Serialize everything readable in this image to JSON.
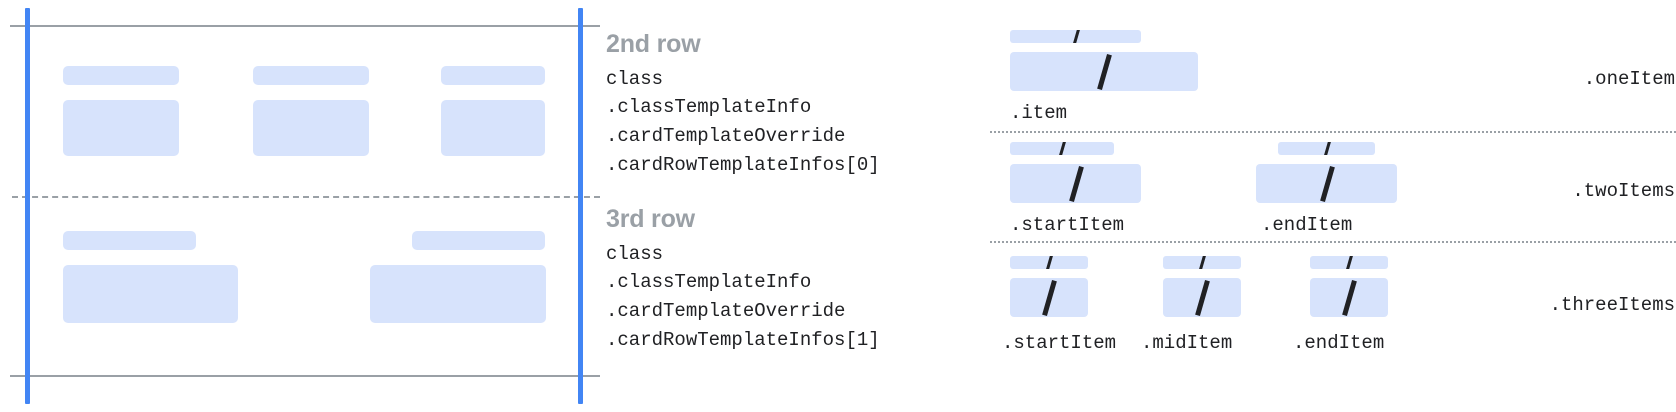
{
  "card_preview": {
    "name": "card-row-template-preview",
    "guide_color": "#4285f4",
    "rule_color": "#9aa0a6",
    "placeholder_color": "#d7e3fc",
    "rows": [
      {
        "name": "second-row-preview",
        "columns": [
          {
            "title_width": 116,
            "body_width": 116
          },
          {
            "title_width": 116,
            "body_width": 116
          },
          {
            "title_width": 104,
            "body_width": 104
          }
        ]
      },
      {
        "name": "third-row-preview",
        "columns": [
          {
            "title_width": 133,
            "body_width": 175
          },
          {
            "title_width": 133,
            "body_width": 186
          }
        ]
      }
    ]
  },
  "annotations": [
    {
      "title": "2nd row",
      "lines": "class\n.classTemplateInfo\n.cardTemplateOverride\n.cardRowTemplateInfos[0]"
    },
    {
      "title": "3rd row",
      "lines": "class\n.classTemplateInfo\n.cardTemplateOverride\n.cardRowTemplateInfos[1]"
    }
  ],
  "variants": [
    {
      "label": ".oneItem",
      "slots": [
        {
          "caption": ".item",
          "small_width": 131,
          "big_width": 188
        }
      ]
    },
    {
      "label": ".twoItems",
      "slots": [
        {
          "caption": ".startItem",
          "small_width": 104,
          "big_width": 131
        },
        {
          "caption": ".endItem",
          "small_width": 97,
          "big_width": 141
        }
      ]
    },
    {
      "label": ".threeItems",
      "slots": [
        {
          "caption": ".startItem",
          "small_width": 78,
          "big_width": 78
        },
        {
          "caption": ".midItem",
          "small_width": 78,
          "big_width": 78
        },
        {
          "caption": ".endItem",
          "small_width": 78,
          "big_width": 78
        }
      ]
    }
  ]
}
